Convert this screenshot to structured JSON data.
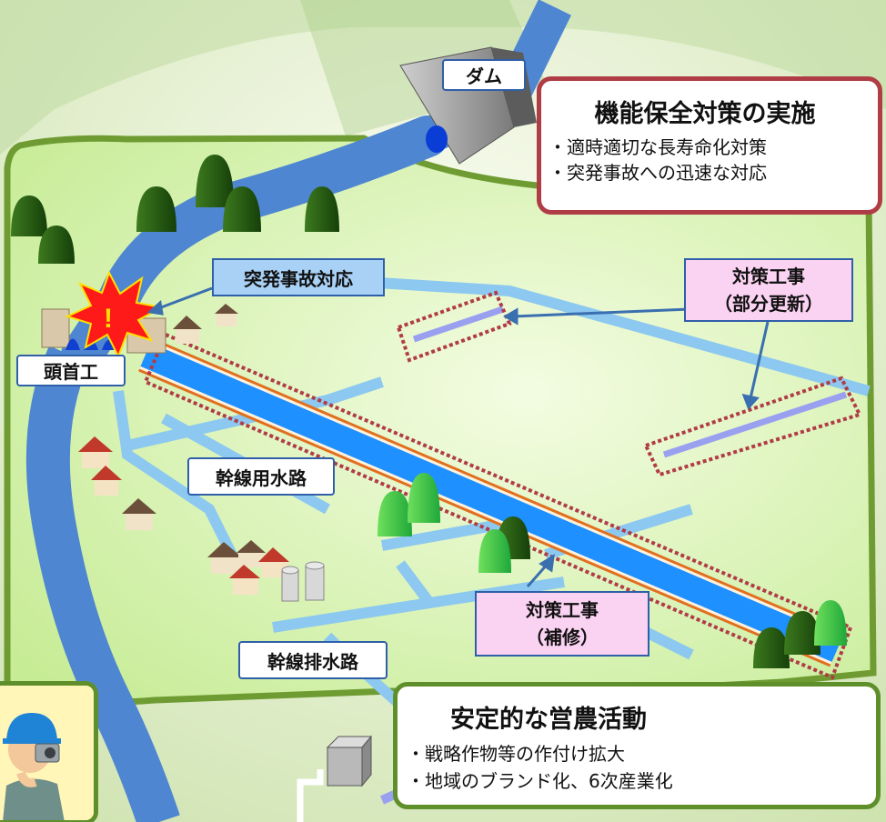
{
  "labels": {
    "dam": "ダム",
    "headworks": "頭首工",
    "sudden_accident": "突発事故対応",
    "main_canal": "幹線用水路",
    "main_drain": "幹線排水路",
    "countermeasure_partial": {
      "line1": "対策工事",
      "line2": "（部分更新）"
    },
    "countermeasure_repair": {
      "line1": "対策工事",
      "line2": "（補修）"
    }
  },
  "callout_top": {
    "title": "機能保全対策の実施",
    "items": [
      "・適時適切な長寿命化対策",
      "・突発事故への迅速な対応"
    ]
  },
  "callout_bottom": {
    "title": "安定的な営農活動",
    "items": [
      "・戦略作物等の作付け拡大",
      "・地域のブランド化、6次産業化"
    ]
  },
  "colors": {
    "river": "#4f86d2",
    "canal": "#1e90ff",
    "field": "#d9f2b2",
    "field_border": "#6e9c33",
    "lateral": "#8cc8f0",
    "upgrade_segment": "#9aa0f0",
    "dashed_outline": "#b03c46",
    "canal_edge": "#e07020",
    "callout_top_border": "#b03c46",
    "callout_bottom_border": "#5f8f2b",
    "label_border": "#2f5fa8"
  },
  "icons": [
    "dam-icon",
    "tree-icon",
    "house-icon",
    "silo-icon",
    "accident-burst-icon",
    "worker-icon",
    "vegetables-icon",
    "pump-station-icon"
  ]
}
